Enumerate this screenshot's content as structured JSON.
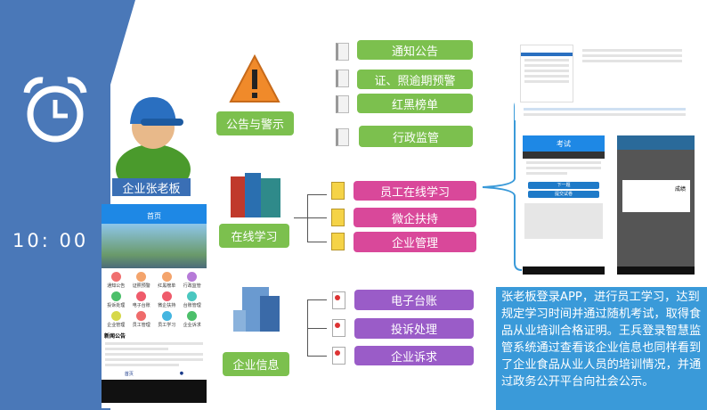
{
  "clock_time": "10: 00",
  "persona": {
    "label": "企业张老板"
  },
  "groups": [
    {
      "label": "公告与警示",
      "items": [
        "通知公告",
        "证、照逾期预警",
        "红黑榜单",
        "行政监管"
      ]
    },
    {
      "label": "在线学习",
      "items": [
        "员工在线学习",
        "微企扶持",
        "企业管理"
      ]
    },
    {
      "label": "企业信息",
      "items": [
        "电子台账",
        "投诉处理",
        "企业诉求"
      ]
    }
  ],
  "phone_home": {
    "title": "首页",
    "grid": [
      {
        "label": "通知公告",
        "color": "#f06f6f"
      },
      {
        "label": "证照预警",
        "color": "#f4a46c"
      },
      {
        "label": "红黑榜单",
        "color": "#f4a46c"
      },
      {
        "label": "行政监管",
        "color": "#b67ad8"
      },
      {
        "label": "投诉处理",
        "color": "#4cbf6a"
      },
      {
        "label": "电子台账",
        "color": "#ef5b6b"
      },
      {
        "label": "微企扶持",
        "color": "#ef5b6b"
      },
      {
        "label": "台账管理",
        "color": "#4ac7c0"
      },
      {
        "label": "企业管理",
        "color": "#d6d84a"
      },
      {
        "label": "员工管理",
        "color": "#ef6b6b"
      },
      {
        "label": "员工学习",
        "color": "#44b5e0"
      },
      {
        "label": "企业诉求",
        "color": "#4cbf6a"
      }
    ],
    "news_title": "新闻公告",
    "tab_home": "首页"
  },
  "phone_exam": {
    "title": "考试",
    "next_button": "下一题",
    "submit_button": "提交试卷"
  },
  "phone_result": {
    "title": "成绩"
  },
  "description": "张老板登录APP，进行员工学习，达到规定学习时间并通过随机考试，取得食品从业培训合格证明。王兵登录智慧监管系统通过查看该企业信息也同样看到了企业食品从业人员的培训情况，并通过政务公开平台向社会公示。"
}
